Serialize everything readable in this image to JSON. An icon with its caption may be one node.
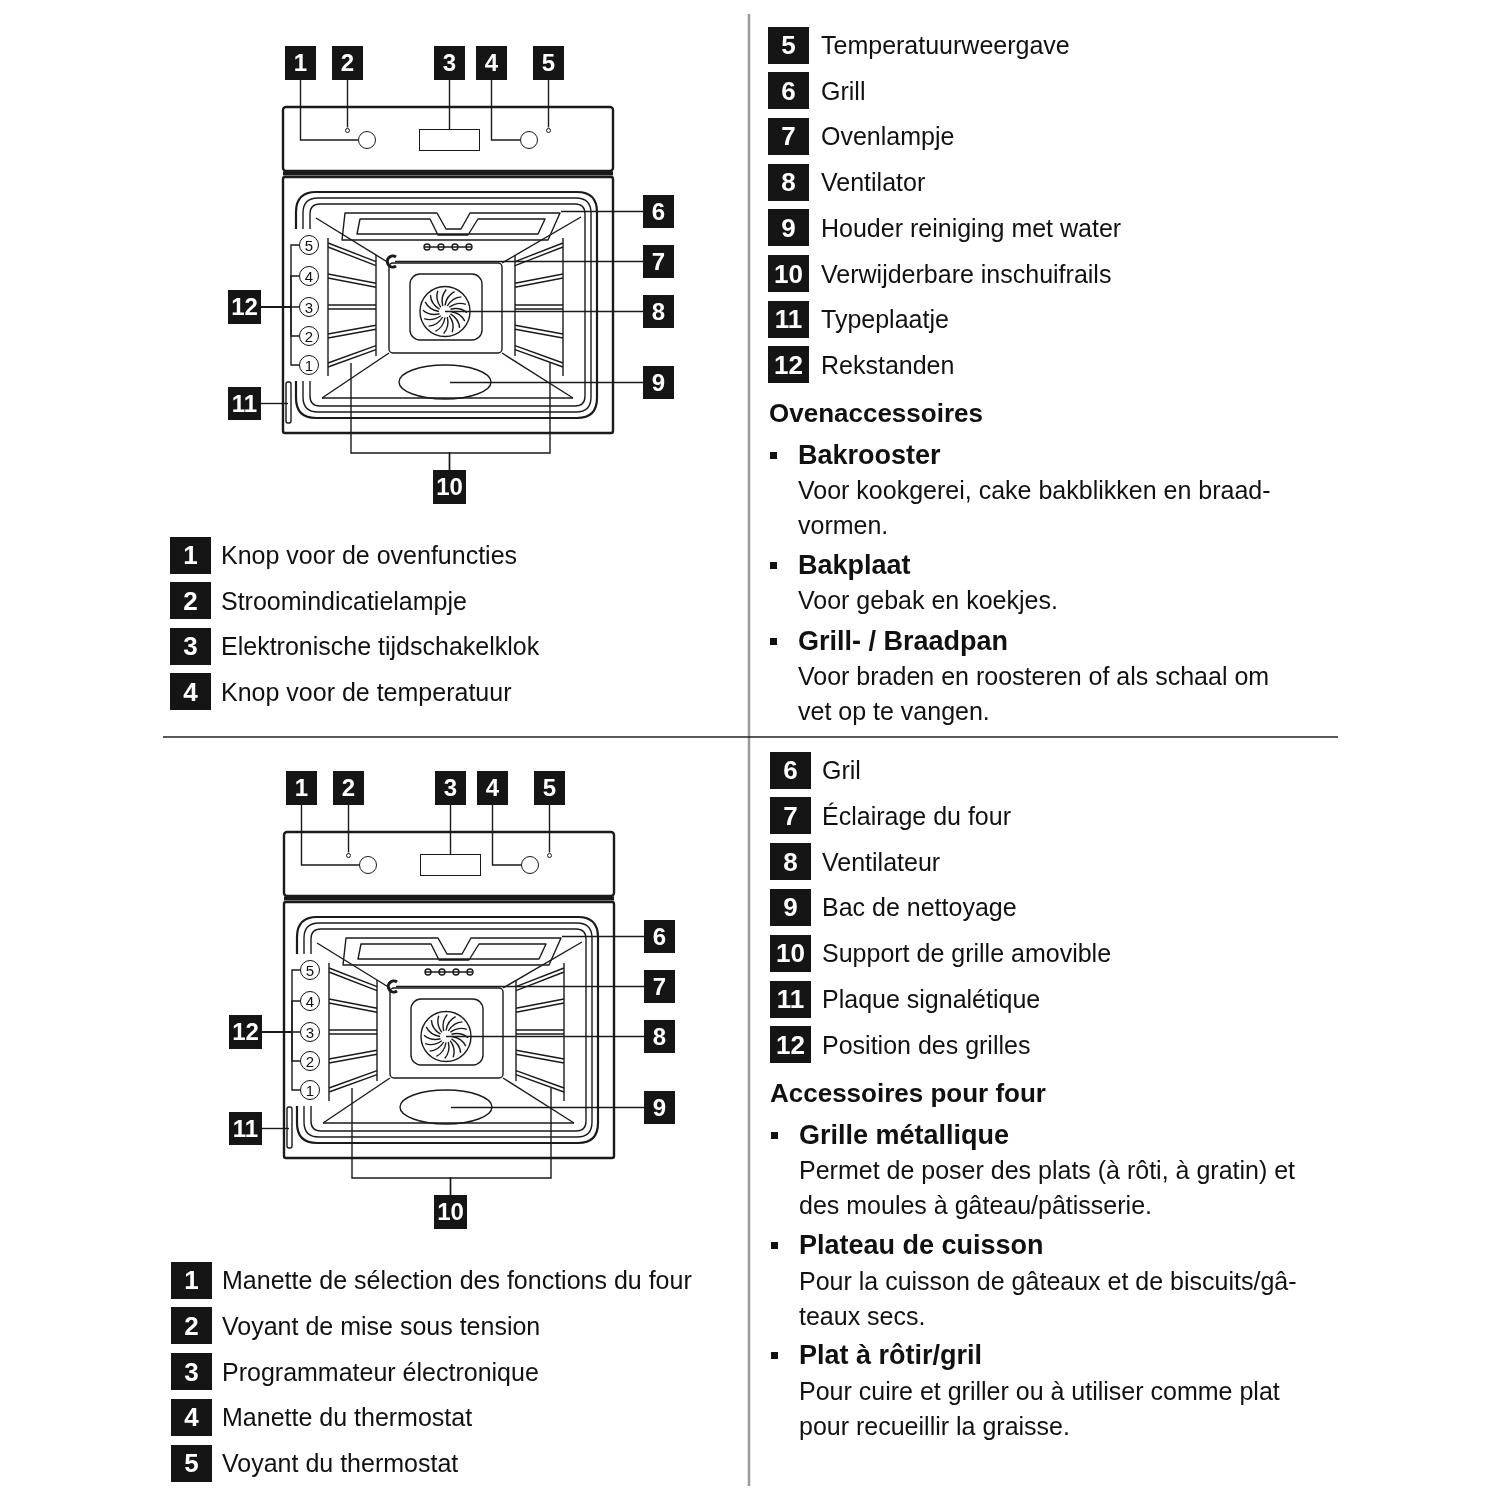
{
  "diagram": {
    "nodes": [
      {
        "text": [
          "1"
        ]
      },
      {
        "text": [
          "2"
        ]
      },
      {
        "text": [
          "3"
        ]
      },
      {
        "text": [
          "4"
        ]
      },
      {
        "text": [
          "5"
        ]
      },
      {
        "text": [
          "6"
        ]
      },
      {
        "text": [
          "7"
        ]
      },
      {
        "text": [
          "8"
        ]
      },
      {
        "text": [
          "9"
        ]
      },
      {
        "text": [
          "10"
        ]
      },
      {
        "text": [
          "11"
        ]
      },
      {
        "text": [
          "12"
        ]
      },
      {
        "text": [
          "5"
        ]
      },
      {
        "text": [
          "4"
        ]
      },
      {
        "text": [
          "3"
        ]
      },
      {
        "text": [
          "2"
        ]
      },
      {
        "text": [
          "1"
        ]
      },
      {
        "text": [],
        "shape": "circle"
      },
      {
        "text": [],
        "shape": "circle"
      },
      {
        "text": [],
        "shape": "box"
      },
      {
        "text": [],
        "shape": "circle"
      },
      {
        "text": [],
        "shape": "circle"
      },
      {
        "text": [
          "1"
        ],
        "beside": [
          "Knop voor de ovenfuncties"
        ]
      },
      {
        "text": [
          "2"
        ],
        "beside": [
          "Stroomindicatielampje"
        ]
      },
      {
        "text": [
          "3"
        ],
        "beside": [
          "Elektronische tijdschakelklok"
        ]
      },
      {
        "text": [
          "4"
        ],
        "beside": [
          "Knop voor de temperatuur"
        ]
      },
      {
        "text": [
          "5"
        ],
        "beside": [
          "Temperatuurweergave"
        ]
      },
      {
        "text": [
          "6"
        ],
        "beside": [
          "Grill"
        ]
      },
      {
        "text": [
          "7"
        ],
        "beside": [
          "Ovenlampje"
        ]
      },
      {
        "text": [
          "8"
        ],
        "beside": [
          "Ventilator"
        ]
      },
      {
        "text": [
          "9"
        ],
        "beside": [
          "Houder reiniging met water"
        ]
      },
      {
        "text": [
          "10"
        ],
        "beside": [
          "Verwijderbare inschuifrails"
        ]
      },
      {
        "text": [
          "11"
        ],
        "beside": [
          "Typeplaatje"
        ]
      },
      {
        "text": [
          "12"
        ],
        "beside": [
          "Rekstanden"
        ]
      },
      {
        "text": [
          "1"
        ]
      },
      {
        "text": [
          "2"
        ]
      },
      {
        "text": [
          "3"
        ]
      },
      {
        "text": [
          "4"
        ]
      },
      {
        "text": [
          "5"
        ]
      },
      {
        "text": [
          "6"
        ]
      },
      {
        "text": [
          "7"
        ]
      },
      {
        "text": [
          "8"
        ]
      },
      {
        "text": [
          "9"
        ]
      },
      {
        "text": [
          "10"
        ]
      },
      {
        "text": [
          "11"
        ]
      },
      {
        "text": [
          "12"
        ]
      },
      {
        "text": [
          "5"
        ]
      },
      {
        "text": [
          "4"
        ]
      },
      {
        "text": [
          "3"
        ]
      },
      {
        "text": [
          "2"
        ]
      },
      {
        "text": [
          "1"
        ]
      },
      {
        "text": [],
        "shape": "circle"
      },
      {
        "text": [],
        "shape": "circle"
      },
      {
        "text": [],
        "shape": "box"
      },
      {
        "text": [],
        "shape": "circle"
      },
      {
        "text": [],
        "shape": "circle"
      },
      {
        "text": [
          "1"
        ],
        "beside": [
          "Manette de sélection des fonctions du four"
        ]
      },
      {
        "text": [
          "2"
        ],
        "beside": [
          "Voyant de mise sous tension"
        ]
      },
      {
        "text": [
          "3"
        ],
        "beside": [
          "Programmateur électronique"
        ]
      },
      {
        "text": [
          "4"
        ],
        "beside": [
          "Manette du thermostat"
        ]
      },
      {
        "text": [
          "5"
        ],
        "beside": [
          "Voyant du thermostat"
        ]
      },
      {
        "text": [
          "6"
        ],
        "beside": [
          "Gril"
        ]
      },
      {
        "text": [
          "7"
        ],
        "beside": [
          "Éclairage du four"
        ]
      },
      {
        "text": [
          "8"
        ],
        "beside": [
          "Ventilateur"
        ]
      },
      {
        "text": [
          "9"
        ],
        "beside": [
          "Bac de nettoyage"
        ]
      },
      {
        "text": [
          "10"
        ],
        "beside": [
          "Support de grille amovible"
        ]
      },
      {
        "text": [
          "11"
        ],
        "beside": [
          "Plaque signalétique"
        ]
      },
      {
        "text": [
          "12"
        ],
        "beside": [
          "Position des grilles"
        ]
      }
    ],
    "edges": [
      {
        "from": 0,
        "to": 17,
        "arrow": "none"
      },
      {
        "from": 1,
        "to": 18,
        "arrow": "none"
      },
      {
        "from": 2,
        "to": 19,
        "arrow": "none"
      },
      {
        "from": 3,
        "to": 20,
        "arrow": "none"
      },
      {
        "from": 4,
        "to": 21,
        "arrow": "none"
      },
      {
        "from": 5,
        "to": null,
        "arrow": "none"
      },
      {
        "from": 6,
        "to": null,
        "arrow": "none"
      },
      {
        "from": 7,
        "to": null,
        "arrow": "none"
      },
      {
        "from": 8,
        "to": null,
        "arrow": "none"
      },
      {
        "from": 9,
        "to": null,
        "arrow": "none"
      },
      {
        "from": 9,
        "to": null,
        "arrow": "none"
      },
      {
        "from": 10,
        "to": null,
        "arrow": "none"
      },
      {
        "from": 11,
        "to": 12,
        "arrow": "none"
      },
      {
        "from": 11,
        "to": 13,
        "arrow": "none"
      },
      {
        "from": 11,
        "to": 14,
        "arrow": "none"
      },
      {
        "from": 11,
        "to": 15,
        "arrow": "none"
      },
      {
        "from": 11,
        "to": 16,
        "arrow": "none"
      },
      {
        "from": 34,
        "to": 51,
        "arrow": "none"
      },
      {
        "from": 35,
        "to": 52,
        "arrow": "none"
      },
      {
        "from": 36,
        "to": 53,
        "arrow": "none"
      },
      {
        "from": 37,
        "to": 54,
        "arrow": "none"
      },
      {
        "from": 38,
        "to": 55,
        "arrow": "none"
      },
      {
        "from": 39,
        "to": null,
        "arrow": "none"
      },
      {
        "from": 40,
        "to": null,
        "arrow": "none"
      },
      {
        "from": 41,
        "to": null,
        "arrow": "none"
      },
      {
        "from": 42,
        "to": null,
        "arrow": "none"
      },
      {
        "from": 43,
        "to": null,
        "arrow": "none"
      },
      {
        "from": 43,
        "to": null,
        "arrow": "none"
      },
      {
        "from": 44,
        "to": null,
        "arrow": "none"
      },
      {
        "from": 45,
        "to": 46,
        "arrow": "none"
      },
      {
        "from": 45,
        "to": 47,
        "arrow": "none"
      },
      {
        "from": 45,
        "to": 48,
        "arrow": "none"
      },
      {
        "from": 45,
        "to": 49,
        "arrow": "none"
      },
      {
        "from": 45,
        "to": 50,
        "arrow": "none"
      }
    ],
    "labels": [
      "Ovenaccessoires",
      "Bakrooster",
      "Voor kookgerei, cake bakblikken en braad- vormen.",
      "Bakplaat",
      "Voor gebak en koekjes.",
      "Grill- / Braadpan",
      "Voor braden en roosteren of als schaal om vet op te vangen.",
      "Accessoires pour four",
      "Grille métallique",
      "Permet de poser des plats (à rôti, à gratin) et des moules à gâteau/pâtisserie.",
      "Plateau de cuisson",
      "Pour la cuisson de gâteaux et de biscuits/gâ- teaux secs.",
      "Plat à rôtir/gril",
      "Pour cuire et griller ou à utiliser comme plat pour recueillir la graisse."
    ]
  }
}
